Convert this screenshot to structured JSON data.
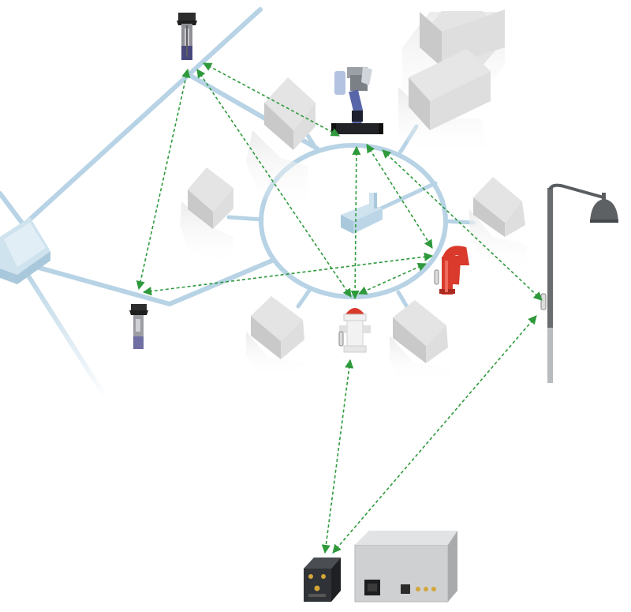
{
  "diagram": {
    "kind": "wireless-mesh-network-illustration",
    "colors": {
      "link": "#2e9a3c",
      "pipe": "#b7d3e5",
      "building": "#d6d6d6",
      "building_dark": "#c2c2c2",
      "hydrant_red": "#d93a2b",
      "streetlamp": "#5a5d60"
    },
    "nodes": [
      {
        "id": "sensor-top-left",
        "icon": "pipe-sensor-icon"
      },
      {
        "id": "valve-top",
        "icon": "valve-actuator-icon"
      },
      {
        "id": "district-meter",
        "icon": "meter-box-icon"
      },
      {
        "id": "sensor-left",
        "icon": "pipe-sensor-icon"
      },
      {
        "id": "hydrant-red",
        "icon": "red-hydrant-icon"
      },
      {
        "id": "hydrant-white",
        "icon": "white-hydrant-icon"
      },
      {
        "id": "streetlamp",
        "icon": "streetlamp-icon"
      },
      {
        "id": "gateway-small",
        "icon": "small-gateway-icon"
      },
      {
        "id": "gateway-base",
        "icon": "base-station-icon"
      },
      {
        "id": "reservoir",
        "icon": "reservoir-icon"
      }
    ],
    "links": [
      [
        "sensor-top-left",
        "valve-top"
      ],
      [
        "sensor-top-left",
        "sensor-left"
      ],
      [
        "sensor-top-left",
        "hydrant-white"
      ],
      [
        "valve-top",
        "hydrant-white"
      ],
      [
        "valve-top",
        "hydrant-red"
      ],
      [
        "valve-top",
        "streetlamp"
      ],
      [
        "sensor-left",
        "hydrant-red"
      ],
      [
        "hydrant-red",
        "hydrant-white"
      ],
      [
        "hydrant-white",
        "gateway-small"
      ],
      [
        "streetlamp",
        "gateway-small"
      ]
    ]
  }
}
